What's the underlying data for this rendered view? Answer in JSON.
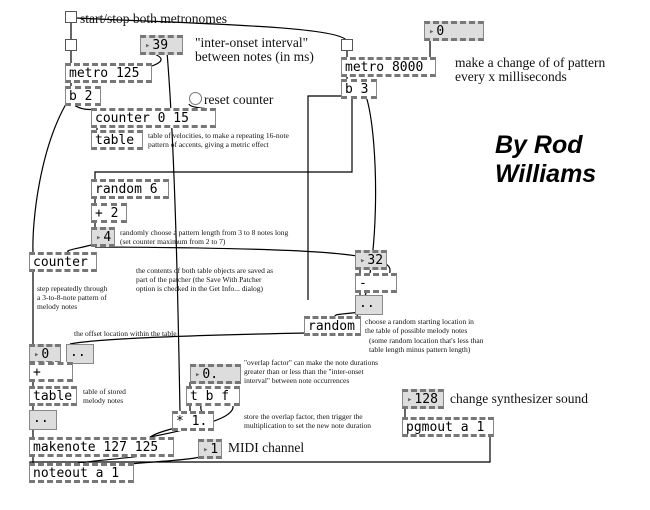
{
  "toggle_label": "start/stop both metronomes",
  "ioi_comment": "\"inter-onset interval\"\nbetween notes (in ms)",
  "pattern_comment": "make a change of of pattern\nevery x milliseconds",
  "reset_label": "reset counter",
  "signature": "By Rod\nWilliams",
  "objects": {
    "metro_left": "metro 125",
    "b2": "b 2",
    "counter015": "counter 0 15",
    "table_vel": "table",
    "metro_right": "metro 8000",
    "b3": "b 3",
    "random6": "random 6",
    "plus2": "+ 2",
    "counter": "counter",
    "minus": "-",
    "random": "random",
    "plus": "+",
    "table_notes": "table",
    "tbf": "t b f",
    "times1": "* 1.",
    "makenote": "makenote 127 125",
    "noteout": "noteout a 1",
    "pgmout": "pgmout a 1"
  },
  "numbers": {
    "ioi": "39",
    "pattern_ms": "0",
    "len": "4",
    "tablesize": "32",
    "offset": "0",
    "overlap": "0.",
    "program": "128",
    "channel": "1"
  },
  "messages": {
    "m1": "..",
    "m2": "..",
    "m3": ".."
  },
  "comments": {
    "table_vel": "table of velocities, to make a repeating 16-note\npattern of accents, giving a metric effect",
    "random_len": "randomly choose a pattern length from 3 to 8 notes long\n(set counter maximum from 2 to 7)",
    "saved": "the contents of both table objects are saved as\npart of the patcher (the Save With Patcher\noption is checked in the Get Info... dialog)",
    "step": "step repeatedly through\na 3-to-8-note pattern of\nmelody notes",
    "random_start": "choose a random starting location in\nthe table of possible melody notes",
    "random_start2": "(some random location that's less than\ntable length minus pattern length)",
    "offset": "the offset location within the table",
    "table_notes": "table of stored\nmelody notes",
    "overlap": "\"overlap factor\" can make the note durations\ngreater than or less than the \"inter-onset\ninterval\" between note occurrences",
    "store": "store the overlap factor, then trigger the\nmultiplication to set the new note duration",
    "synth": "change synthesizer sound",
    "midi": "MIDI channel"
  }
}
